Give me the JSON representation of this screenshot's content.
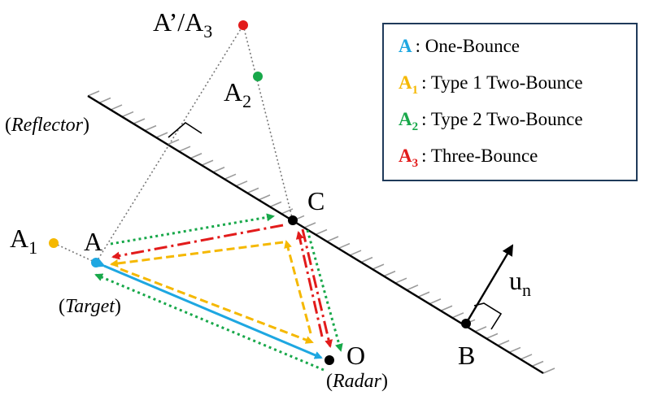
{
  "colors": {
    "one_bounce": "#1EA7E1",
    "type1": "#F5B800",
    "type2": "#18A84A",
    "three_bounce": "#E21B1B",
    "legend_border": "#1F3A5A",
    "reflector": "#000000",
    "hatch": "#9a9a9a",
    "guide": "#777777"
  },
  "points": {
    "A": {
      "name": "A",
      "note_open": "(",
      "note": "Target",
      "note_close": ")"
    },
    "O": {
      "name": "O",
      "note_open": "(",
      "note": "Radar",
      "note_close": ")"
    },
    "C": {
      "name": "C"
    },
    "B": {
      "name": "B"
    },
    "A1": {
      "base": "A",
      "sub": "1"
    },
    "A2": {
      "base": "A",
      "sub": "2"
    },
    "A3": {
      "base": "A’/A",
      "sub": "3"
    }
  },
  "reflector": {
    "note_open": "(",
    "note": "Reflector",
    "note_close": ")"
  },
  "normal": {
    "base": "u",
    "sub": "n"
  },
  "legend": {
    "items": [
      {
        "key": "A",
        "sub": "",
        "text": ": One-Bounce",
        "color_key": "one_bounce"
      },
      {
        "key": "A",
        "sub": "1",
        "text": ": Type 1 Two-Bounce",
        "color_key": "type1"
      },
      {
        "key": "A",
        "sub": "2",
        "text": ": Type 2 Two-Bounce",
        "color_key": "type2"
      },
      {
        "key": "A",
        "sub": "3",
        "text": ": Three-Bounce",
        "color_key": "three_bounce"
      }
    ]
  }
}
